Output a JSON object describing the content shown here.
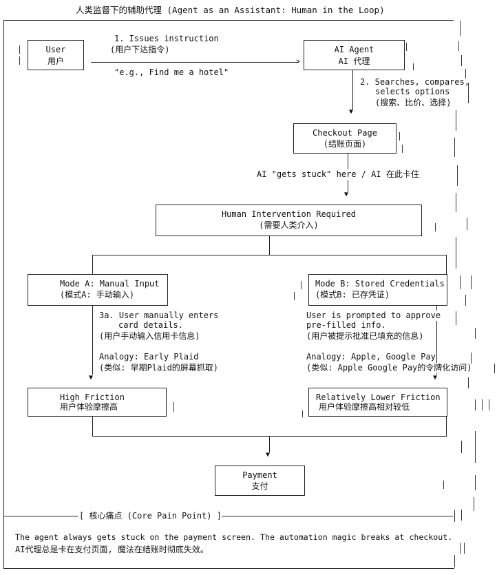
{
  "title": "人类监督下的辅助代理 (Agent as an Assistant: Human in the Loop)",
  "nodes": {
    "user": {
      "en": "User",
      "zh": "用户"
    },
    "agent": {
      "en": "AI Agent",
      "zh": "AI 代理"
    },
    "checkout": {
      "en": "Checkout Page",
      "zh": "(结账页面)"
    },
    "intervention": {
      "en": "Human Intervention Required",
      "zh": "(需要人类介入)"
    },
    "mode_a": {
      "en": "Mode A: Manual Input",
      "zh": "(模式A: 手动输入)"
    },
    "mode_b": {
      "en": "Mode B: Stored Credentials",
      "zh": "(模式B: 已存凭证)"
    },
    "high_friction": {
      "en": "High Friction",
      "zh": "用户体验摩擦高"
    },
    "low_friction": {
      "en": "Relatively Lower Friction",
      "zh": "用户体验摩擦高相对较低"
    },
    "payment": {
      "en": "Payment",
      "zh": "支付"
    }
  },
  "edges": {
    "step1_en": "1. Issues instruction",
    "step1_zh": "(用户下达指令)",
    "step1_example": "\"e.g., Find me a hotel\"",
    "step2_line1": "2. Searches, compares,",
    "step2_line2": "selects options",
    "step2_zh": "(搜索、比价、选择)",
    "stuck": "AI \"gets stuck\" here / AI 在此卡住"
  },
  "mode_a_desc": {
    "line1": "3a. User manually enters",
    "line2": "card details.",
    "zh": "(用户手动输入信用卡信息)",
    "analogy": "Analogy: Early Plaid",
    "analogy_zh": "(类似: 早期Plaid的屏幕抓取)"
  },
  "mode_b_desc": {
    "line1": "User is prompted to approve",
    "line2": "pre-filled info.",
    "zh": "(用户被提示批准已填充的信息)",
    "analogy": "Analogy: Apple, Google Pay",
    "analogy_zh": "(类似: Apple Google Pay的令牌化访问)"
  },
  "pain_point": {
    "label": "[ 核心痛点 (Core Pain Point) ]",
    "en": "The agent always gets stuck on the payment screen. The automation magic breaks at checkout.",
    "zh": "AI代理总是卡在支付页面, 魔法在结账时彻底失效。"
  }
}
